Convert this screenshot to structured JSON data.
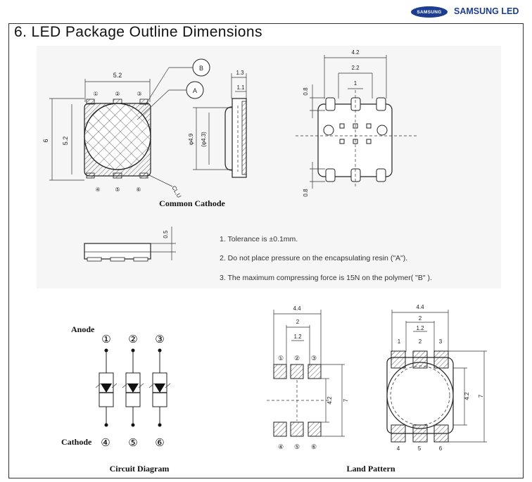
{
  "header": {
    "logo_oval": "SAMSUNG",
    "brand": "SAMSUNG LED"
  },
  "title": "6. LED Package Outline Dimensions",
  "outline": {
    "dim_top_width": "5.2",
    "dim_left_outer": "6",
    "dim_left_inner": "5.2",
    "callout_b": "B",
    "callout_a": "A",
    "side_dim_13": "1.3",
    "side_dim_11": "1.1",
    "side_dim_49": "φ4.9",
    "side_dim_43": "(φ4.3)",
    "top_pins": [
      "①",
      "②",
      "③"
    ],
    "bottom_pins": [
      "④",
      "⑤",
      "⑥"
    ],
    "caption": "Common Cathode",
    "height_dim": "0.5"
  },
  "bottom_view": {
    "dim_42": "4.2",
    "dim_22": "2.2",
    "dim_1": "1",
    "dim_08_top": "0.8",
    "dim_08_bottom": "0.8"
  },
  "notes": [
    "1. Tolerance is ±0.1mm.",
    "2. Do not place pressure on the encapsulating resin (\"A\").",
    "3. The maximum compressing force is 15N on the polymer( \"B\" )."
  ],
  "circuit": {
    "anode_label": "Anode",
    "cathode_label": "Cathode",
    "top_pins": [
      "①",
      "②",
      "③"
    ],
    "bottom_pins": [
      "④",
      "⑤",
      "⑥"
    ],
    "caption": "Circuit Diagram"
  },
  "land_pattern": {
    "dim_44": "4.4",
    "dim_2": "2",
    "dim_12": "1.2",
    "dim_42": "4.2",
    "dim_7": "7",
    "pads_top": [
      "①",
      "②",
      "③"
    ],
    "pads_bottom": [
      "④",
      "⑤",
      "⑥"
    ],
    "right_dim_44": "4.4",
    "right_dim_2": "2",
    "right_dim_12": "1.2",
    "right_dim_42": "4.2",
    "right_dim_7": "7",
    "right_top_nums": [
      "1",
      "2",
      "3"
    ],
    "right_bottom_nums": [
      "4",
      "5",
      "6"
    ],
    "caption": "Land Pattern"
  }
}
